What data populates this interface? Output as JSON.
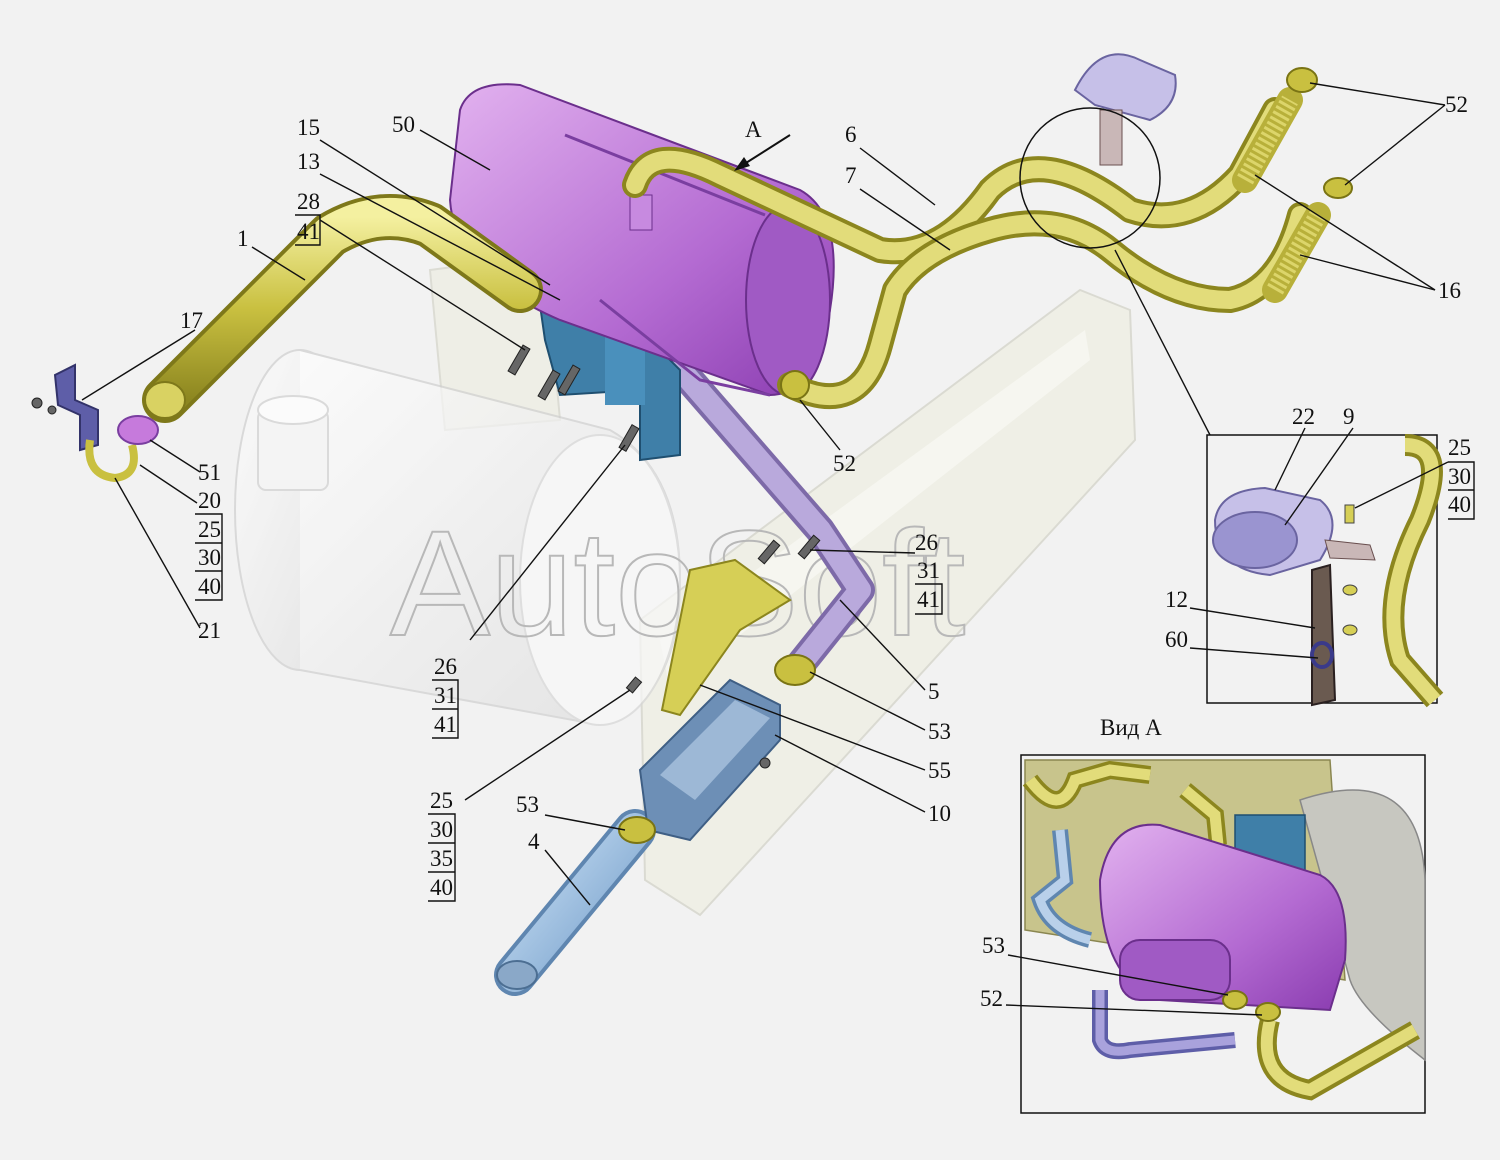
{
  "watermark": "AutoSoft",
  "view_arrow_label": "A",
  "view_a_caption": "Вид А",
  "callouts": {
    "c1": "1",
    "c15": "15",
    "c13": "13",
    "c50": "50",
    "c28": "28",
    "c41a": "41",
    "c6": "6",
    "c7": "7",
    "c52a": "52",
    "c16": "16",
    "c17": "17",
    "c51": "51",
    "c20": "20",
    "c25a": "25",
    "c30a": "30",
    "c40a": "40",
    "c21": "21",
    "c52b": "52",
    "c26a": "26",
    "c31a": "31",
    "c41b": "41",
    "c26b": "26",
    "c31b": "31",
    "c41c": "41",
    "c5": "5",
    "c53a": "53",
    "c55": "55",
    "c10": "10",
    "c25b": "25",
    "c30b": "30",
    "c35": "35",
    "c40b": "40",
    "c53b": "53",
    "c4": "4"
  },
  "detail": {
    "c22": "22",
    "c9": "9",
    "c25": "25",
    "c30": "30",
    "c40": "40",
    "c12": "12",
    "c60": "60"
  },
  "view_a": {
    "c53": "53",
    "c52": "52"
  }
}
